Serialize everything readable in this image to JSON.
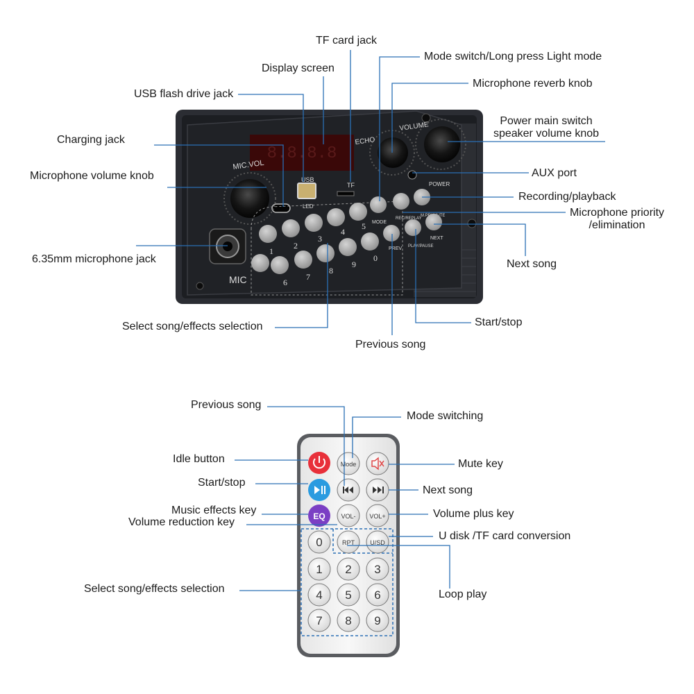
{
  "panel": {
    "printed": {
      "mic_vol": "MIC.VOL",
      "usb": "USB",
      "led": "LED",
      "tf": "TF",
      "echo": "ECHO",
      "volume": "VOLUME",
      "power": "POWER",
      "mode": "MODE",
      "rec_replay": "REC/REPLAY",
      "m_pri_mute": "M.PRI/MUTE",
      "prev": "PREV",
      "play_pause": "PLAY/PAUSE",
      "next": "NEXT",
      "mic": "MIC",
      "digits_top": [
        "1",
        "2",
        "3",
        "4",
        "5"
      ],
      "digits_bottom": [
        "6",
        "7",
        "8",
        "9",
        "0"
      ]
    },
    "labels": {
      "tf_card_jack": "TF card jack",
      "mode_switch": "Mode switch/Long press Light mode",
      "display_screen": "Display screen",
      "mic_reverb": "Microphone reverb knob",
      "usb_jack": "USB flash drive jack",
      "power_switch_1": "Power main switch",
      "power_switch_2": "speaker volume knob",
      "charging_jack": "Charging jack",
      "aux_port": "AUX port",
      "mic_volume_knob": "Microphone volume knob",
      "recording_playback": "Recording/playback",
      "mic_priority_1": "Microphone priority",
      "mic_priority_2": "/elimination",
      "mic_jack": "6.35mm microphone jack",
      "next_song": "Next song",
      "start_stop": "Start/stop",
      "select_song": "Select song/effects selection",
      "previous_song": "Previous song"
    }
  },
  "remote": {
    "printed": {
      "mode": "Mode",
      "eq": "EQ",
      "vol_minus": "VOL-",
      "vol_plus": "VOL+",
      "rpt": "RPT",
      "usd": "U/SD",
      "zero": "0",
      "digits": [
        "1",
        "2",
        "3",
        "4",
        "5",
        "6",
        "7",
        "8",
        "9"
      ]
    },
    "labels": {
      "previous_song": "Previous song",
      "mode_switching": "Mode switching",
      "idle_button": "Idle button",
      "mute_key": "Mute key",
      "start_stop": "Start/stop",
      "next_song": "Next song",
      "music_effects": "Music effects key",
      "volume_plus": "Volume plus key",
      "volume_reduction": "Volume reduction key",
      "udisk_tf": "U disk /TF card conversion",
      "select_song": "Select song/effects selection",
      "loop_play": "Loop play"
    }
  },
  "colors": {
    "leader_line": "#2a6fb5",
    "panel_bg": "#23252a",
    "power_red": "#e8303a",
    "play_blue": "#2a9be0",
    "eq_purple": "#7b3fc4",
    "mute_red": "#e04848"
  }
}
